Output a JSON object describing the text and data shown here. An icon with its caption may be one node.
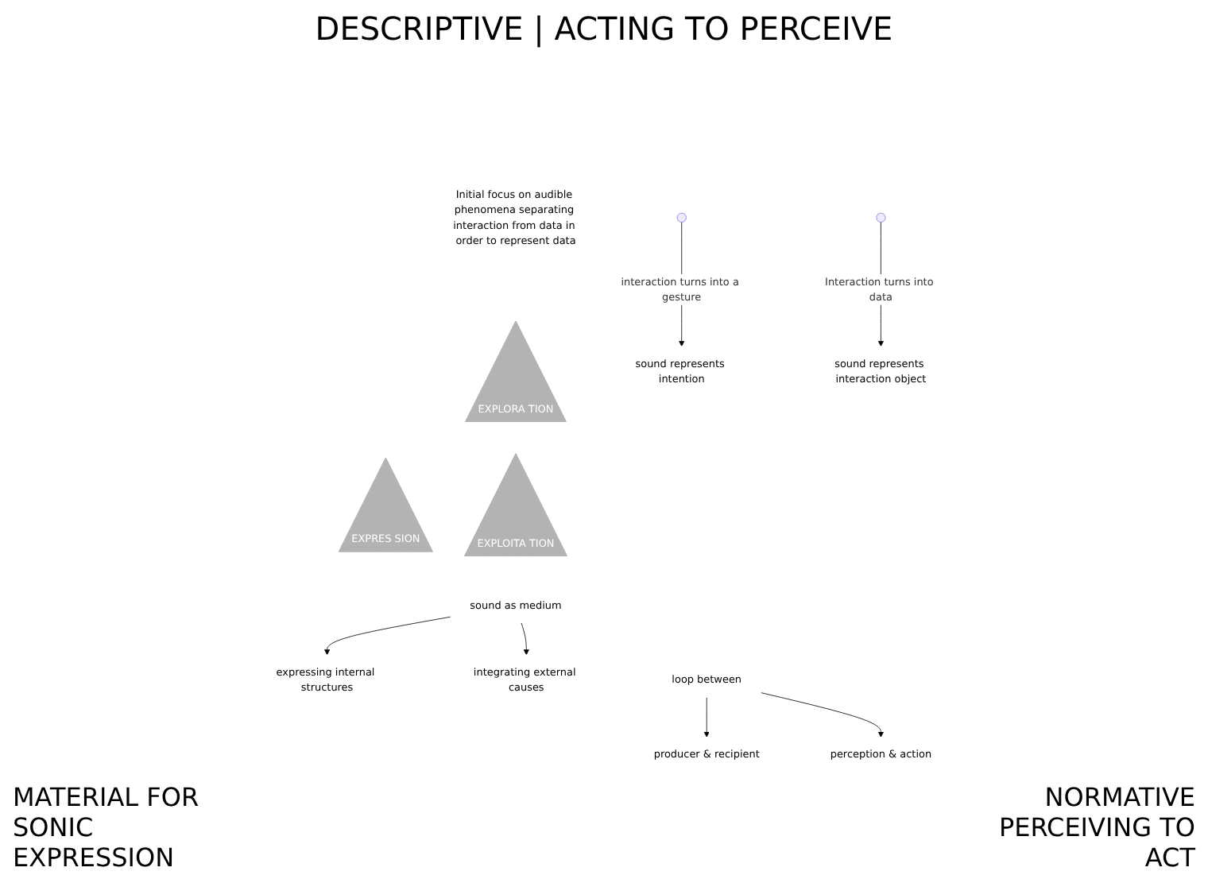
{
  "diagram": {
    "title": "DESCRIPTIVE | ACTING TO PERCEIVE",
    "nodes": [
      {
        "text": [
          "Initial focus on audible phenomena separating interaction from data in order to represent data"
        ]
      },
      {
        "text": [
          "EXPLORA TION"
        ]
      },
      {
        "text": [
          "EXPRES SION"
        ]
      },
      {
        "text": [
          "EXPLOITA TION"
        ]
      },
      {
        "text": [
          "sound represents intention"
        ]
      },
      {
        "text": [
          "sound represents interaction object"
        ]
      },
      {
        "text": [
          "expressing internal structures"
        ]
      },
      {
        "text": [
          "sound as medium"
        ]
      },
      {
        "text": [
          "integrating external causes"
        ]
      },
      {
        "text": [
          "producer & recipient"
        ]
      },
      {
        "text": [
          "loop between"
        ]
      },
      {
        "text": [
          "perception & action"
        ]
      }
    ],
    "edges": [
      {
        "from": null,
        "to": 4,
        "arrow": "to",
        "label": "interaction turns into a gesture"
      },
      {
        "from": null,
        "to": 5,
        "arrow": "to",
        "label": "Interaction turns into data"
      },
      {
        "from": 7,
        "to": 6,
        "arrow": "to"
      },
      {
        "from": 7,
        "to": 8,
        "arrow": "to"
      },
      {
        "from": 10,
        "to": 9,
        "arrow": "to"
      },
      {
        "from": 10,
        "to": 11,
        "arrow": "to"
      }
    ],
    "labels": [
      "MATERIAL FOR SONIC EXPRESSION",
      "NORMATIVE PERCEIVING TO ACT"
    ]
  }
}
